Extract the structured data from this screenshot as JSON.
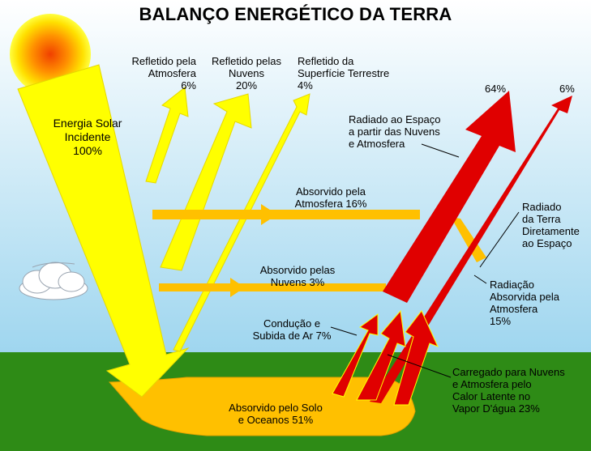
{
  "title": "BALANÇO ENERGÉTICO DA TERRA",
  "colors": {
    "sky_top": "#ffffff",
    "sky_bottom": "#9fd6ef",
    "ground": "#2e8b16",
    "solar_yellow": "#ffff00",
    "absorbed_orange": "#ffc000",
    "radiated_red": "#e00000",
    "sun_core": "#f04000"
  },
  "labels": {
    "solar_incident": [
      "Energia Solar",
      "Incidente",
      "100%"
    ],
    "reflected_atmosphere": [
      "Refletido pela",
      "Atmosfera",
      "6%"
    ],
    "reflected_clouds": [
      "Refletido pelas",
      "Nuvens",
      "20%"
    ],
    "reflected_surface": [
      "Refletido da",
      "Superfície Terrestre",
      "4%"
    ],
    "absorbed_atmosphere": [
      "Absorvido pela",
      "Atmosfera 16%"
    ],
    "absorbed_clouds": [
      "Absorvido pelas",
      "Nuvens 3%"
    ],
    "conduction": [
      "Condução e",
      "Subida de Ar 7%"
    ],
    "absorbed_ground": [
      "Absorvido pelo Solo",
      "e Oceanos 51%"
    ],
    "radiated_clouds": [
      "Radiado ao Espaço",
      "a partir das Nuvens",
      "e Atmosfera"
    ],
    "radiated_earth": [
      "Radiado",
      "da Terra",
      "Diretamente",
      "ao Espaço"
    ],
    "radiation_absorbed": [
      "Radiação",
      "Absorvida pela",
      "Atmosfera",
      "15%"
    ],
    "latent_heat": [
      "Carregado para Nuvens",
      "e Atmosfera pelo",
      "Calor Latente no",
      "Vapor D'água 23%"
    ],
    "pct_64": "64%",
    "pct_6": "6%"
  }
}
